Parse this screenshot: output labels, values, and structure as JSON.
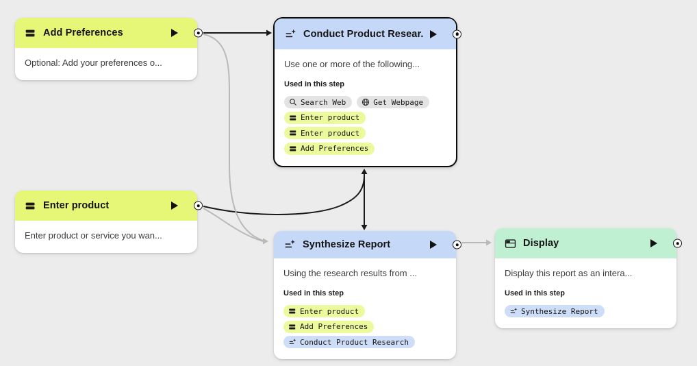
{
  "canvas": {
    "background_color": "#ececec"
  },
  "colors": {
    "input_header": "#e6f778",
    "generate_header": "#c5d8f7",
    "display_header": "#bff0d2",
    "chip_yellow": "#ecf99c",
    "chip_blue": "#cfdef8",
    "chip_gray": "#e3e3e3",
    "edge_dark": "#1a1a1a",
    "edge_light": "#b9b9b9"
  },
  "labels": {
    "used_in_this_step": "Used in this step"
  },
  "nodes": [
    {
      "title": "Add Preferences",
      "type": "input",
      "description": "Optional: Add your preferences o..."
    },
    {
      "title": "Conduct Product Resear...",
      "type": "generate",
      "selected": true,
      "description": "Use one or more of the following...",
      "chips": [
        {
          "label": "Search Web",
          "icon": "search-icon",
          "style": "gray"
        },
        {
          "label": "Get Webpage",
          "icon": "globe-icon",
          "style": "gray"
        },
        {
          "label": "Enter product",
          "icon": "input-icon",
          "style": "yellow"
        },
        {
          "label": "Enter product",
          "icon": "input-icon",
          "style": "yellow"
        },
        {
          "label": "Add Preferences",
          "icon": "input-icon",
          "style": "yellow"
        }
      ]
    },
    {
      "title": "Enter product",
      "type": "input",
      "description": "Enter product or service you wan..."
    },
    {
      "title": "Synthesize Report",
      "type": "generate",
      "description": "Using the research results from ...",
      "chips": [
        {
          "label": "Enter product",
          "icon": "input-icon",
          "style": "yellow"
        },
        {
          "label": "Add Preferences",
          "icon": "input-icon",
          "style": "yellow"
        },
        {
          "label": "Conduct Product Research",
          "icon": "generate-icon",
          "style": "blue"
        }
      ]
    },
    {
      "title": "Display",
      "type": "display",
      "description": "Display this report as an intera...",
      "chips": [
        {
          "label": "Synthesize Report",
          "icon": "generate-icon",
          "style": "blue"
        }
      ]
    }
  ],
  "edges": [
    {
      "from": "Add Preferences",
      "to": "Conduct Product Resear...",
      "color": "dark"
    },
    {
      "from": "Enter product",
      "to": "Conduct Product Resear...",
      "color": "dark"
    },
    {
      "from": "Conduct Product Resear...",
      "to": "Synthesize Report",
      "color": "dark"
    },
    {
      "from": "Add Preferences",
      "to": "Synthesize Report",
      "color": "light"
    },
    {
      "from": "Enter product",
      "to": "Synthesize Report",
      "color": "light"
    },
    {
      "from": "Synthesize Report",
      "to": "Display",
      "color": "light"
    }
  ]
}
